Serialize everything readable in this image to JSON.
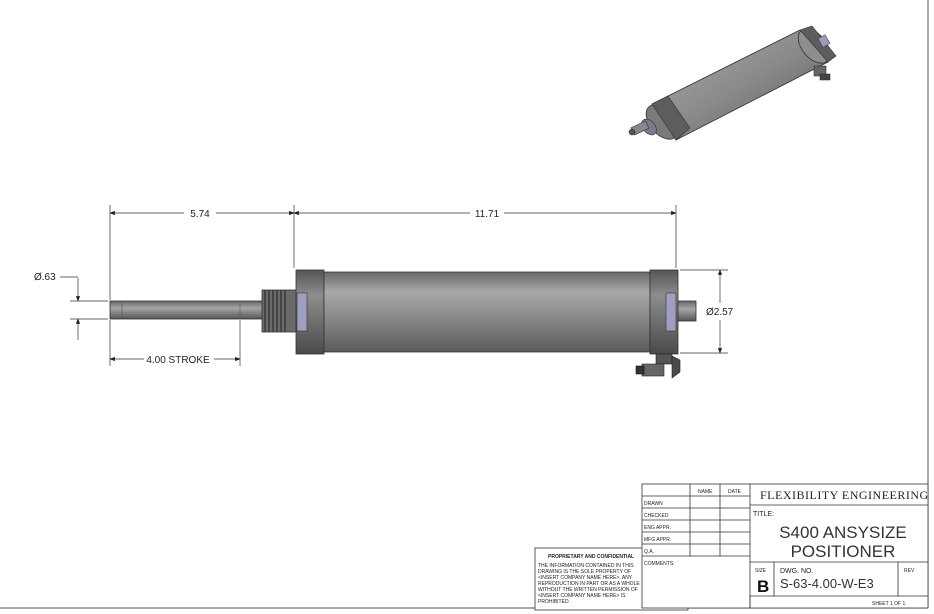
{
  "dimensions": {
    "rod_extension": "5.74",
    "body_length": "11.71",
    "rod_diameter": "Ø.63",
    "body_diameter": "Ø2.57",
    "stroke": "4.00 STROKE"
  },
  "title_block": {
    "company": "FLEXIBILITY ENGINEERING",
    "title_label": "TITLE:",
    "title_line1": "S400 ANSYSIZE",
    "title_line2": "POSITIONER",
    "size_label": "SIZE",
    "size_value": "B",
    "dwg_no_label": "DWG.  NO.",
    "dwg_no_value": "S-63-4.00-W-E3",
    "rev_label": "REV",
    "sheet": "SHEET 1 OF 1",
    "col_name": "NAME",
    "col_date": "DATE",
    "rows": [
      "DRAWN",
      "CHECKED",
      "ENG APPR.",
      "MFG APPR.",
      "Q.A.",
      "COMMENTS:"
    ],
    "proprietary_title": "PROPRIETARY AND CONFIDENTIAL",
    "proprietary_lines": [
      "THE INFORMATION CONTAINED IN THIS",
      "DRAWING IS THE SOLE PROPERTY OF",
      "<INSERT COMPANY NAME HERE>. ANY",
      "REPRODUCTION IN PART OR AS A WHOLE",
      "WITHOUT THE WRITTEN PERMISSION OF",
      "<INSERT COMPANY NAME HERE> IS",
      "PROHIBITED."
    ]
  },
  "colors": {
    "line": "#222222",
    "cylinder_body": "#8a8a8a",
    "cylinder_dark": "#5e5e5e",
    "seal": "#9f9fc0"
  }
}
